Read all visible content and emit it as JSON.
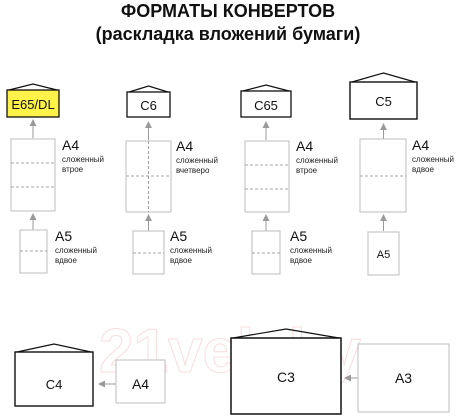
{
  "title": {
    "line1": "ФОРМАТЫ КОНВЕРТОВ",
    "line2": "(раскладка вложений бумаги)"
  },
  "colors": {
    "highlight_fill": "#fff34a",
    "ink": "#111111",
    "sheet_border": "#bdbdbd",
    "arrow": "#9a9a9a"
  },
  "columns": [
    {
      "envelope": "E65/DL",
      "highlighted": true,
      "sheet1": {
        "format": "A4",
        "desc": "сложенный втрое",
        "desc_lines": [
          "сложенный",
          "втрое"
        ]
      },
      "sheet2": {
        "format": "A5",
        "desc": "сложенный вдвое",
        "desc_lines": [
          "сложенный",
          "вдвое"
        ]
      }
    },
    {
      "envelope": "C6",
      "highlighted": false,
      "sheet1": {
        "format": "A4",
        "desc": "сложенный вчетверо",
        "desc_lines": [
          "сложенный",
          "вчетверо"
        ]
      },
      "sheet2": {
        "format": "A5",
        "desc": "сложенный вдвое",
        "desc_lines": [
          "сложенный",
          "вдвое"
        ]
      }
    },
    {
      "envelope": "C65",
      "highlighted": false,
      "sheet1": {
        "format": "A4",
        "desc": "сложенный втрое",
        "desc_lines": [
          "сложенный",
          "втрое"
        ]
      },
      "sheet2": {
        "format": "A5",
        "desc": "сложенный вдвое",
        "desc_lines": [
          "сложенный",
          "вдвое"
        ]
      }
    },
    {
      "envelope": "C5",
      "highlighted": false,
      "sheet1": {
        "format": "A4",
        "desc": "сложенный вдвое",
        "desc_lines": [
          "сложенный",
          "вдвое"
        ]
      },
      "sheet2": {
        "format": "A5",
        "desc": "",
        "desc_lines": []
      }
    }
  ],
  "bottom": [
    {
      "envelope": "C4",
      "insert": "A4"
    },
    {
      "envelope": "C3",
      "insert": "A3"
    }
  ],
  "watermark": "21vek.by"
}
